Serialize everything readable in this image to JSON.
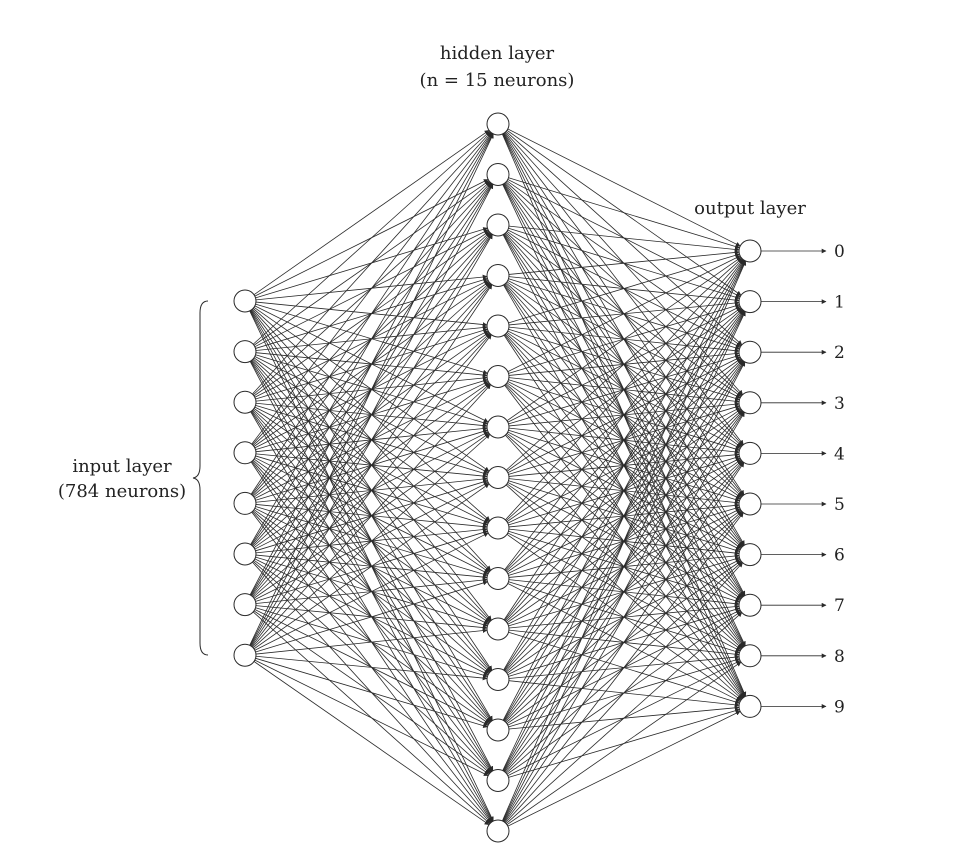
{
  "hidden_layer": {
    "title": "hidden layer",
    "subtitle": "(n = 15 neurons)",
    "neuron_count": 15
  },
  "input_layer": {
    "title": "input layer",
    "subtitle": "(784 neurons)",
    "neuron_count": 8
  },
  "output_layer": {
    "title": "output layer",
    "neuron_count": 10,
    "labels": [
      "0",
      "1",
      "2",
      "3",
      "4",
      "5",
      "6",
      "7",
      "8",
      "9"
    ]
  },
  "colors": {
    "line": "#2a2a2a",
    "node_fill": "#ffffff",
    "text": "#222222"
  }
}
